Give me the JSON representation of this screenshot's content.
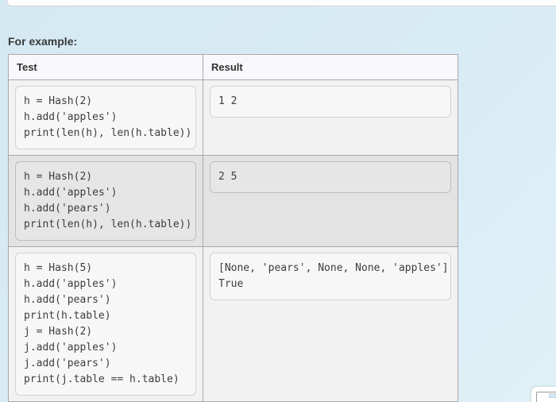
{
  "page": {
    "heading": "For example:"
  },
  "table": {
    "headers": [
      "Test",
      "Result"
    ],
    "rows": [
      {
        "test": "h = Hash(2)\nh.add('apples')\nprint(len(h), len(h.table))",
        "result": "1 2"
      },
      {
        "test": "h = Hash(2)\nh.add('apples')\nh.add('pears')\nprint(len(h), len(h.table))",
        "result": "2 5"
      },
      {
        "test": "h = Hash(5)\nh.add('apples')\nh.add('pears')\nprint(h.table)\nj = Hash(2)\nj.add('apples')\nj.add('pears')\nprint(j.table == h.table)",
        "result": "[None, 'pears', None, None, 'apples']\nTrue"
      }
    ]
  },
  "colors": {
    "page_background": "#d9ecf5",
    "panel_background": "#fdfdfd",
    "table_border": "#a8a8a8",
    "header_background": "#f8f8fc",
    "row_odd_background": "#f2f2f2",
    "row_even_background": "#e3e3e3",
    "code_box_odd_background": "#f7f7f7",
    "code_box_even_background": "#e6e6e6",
    "code_text": "#3d3d3d"
  }
}
